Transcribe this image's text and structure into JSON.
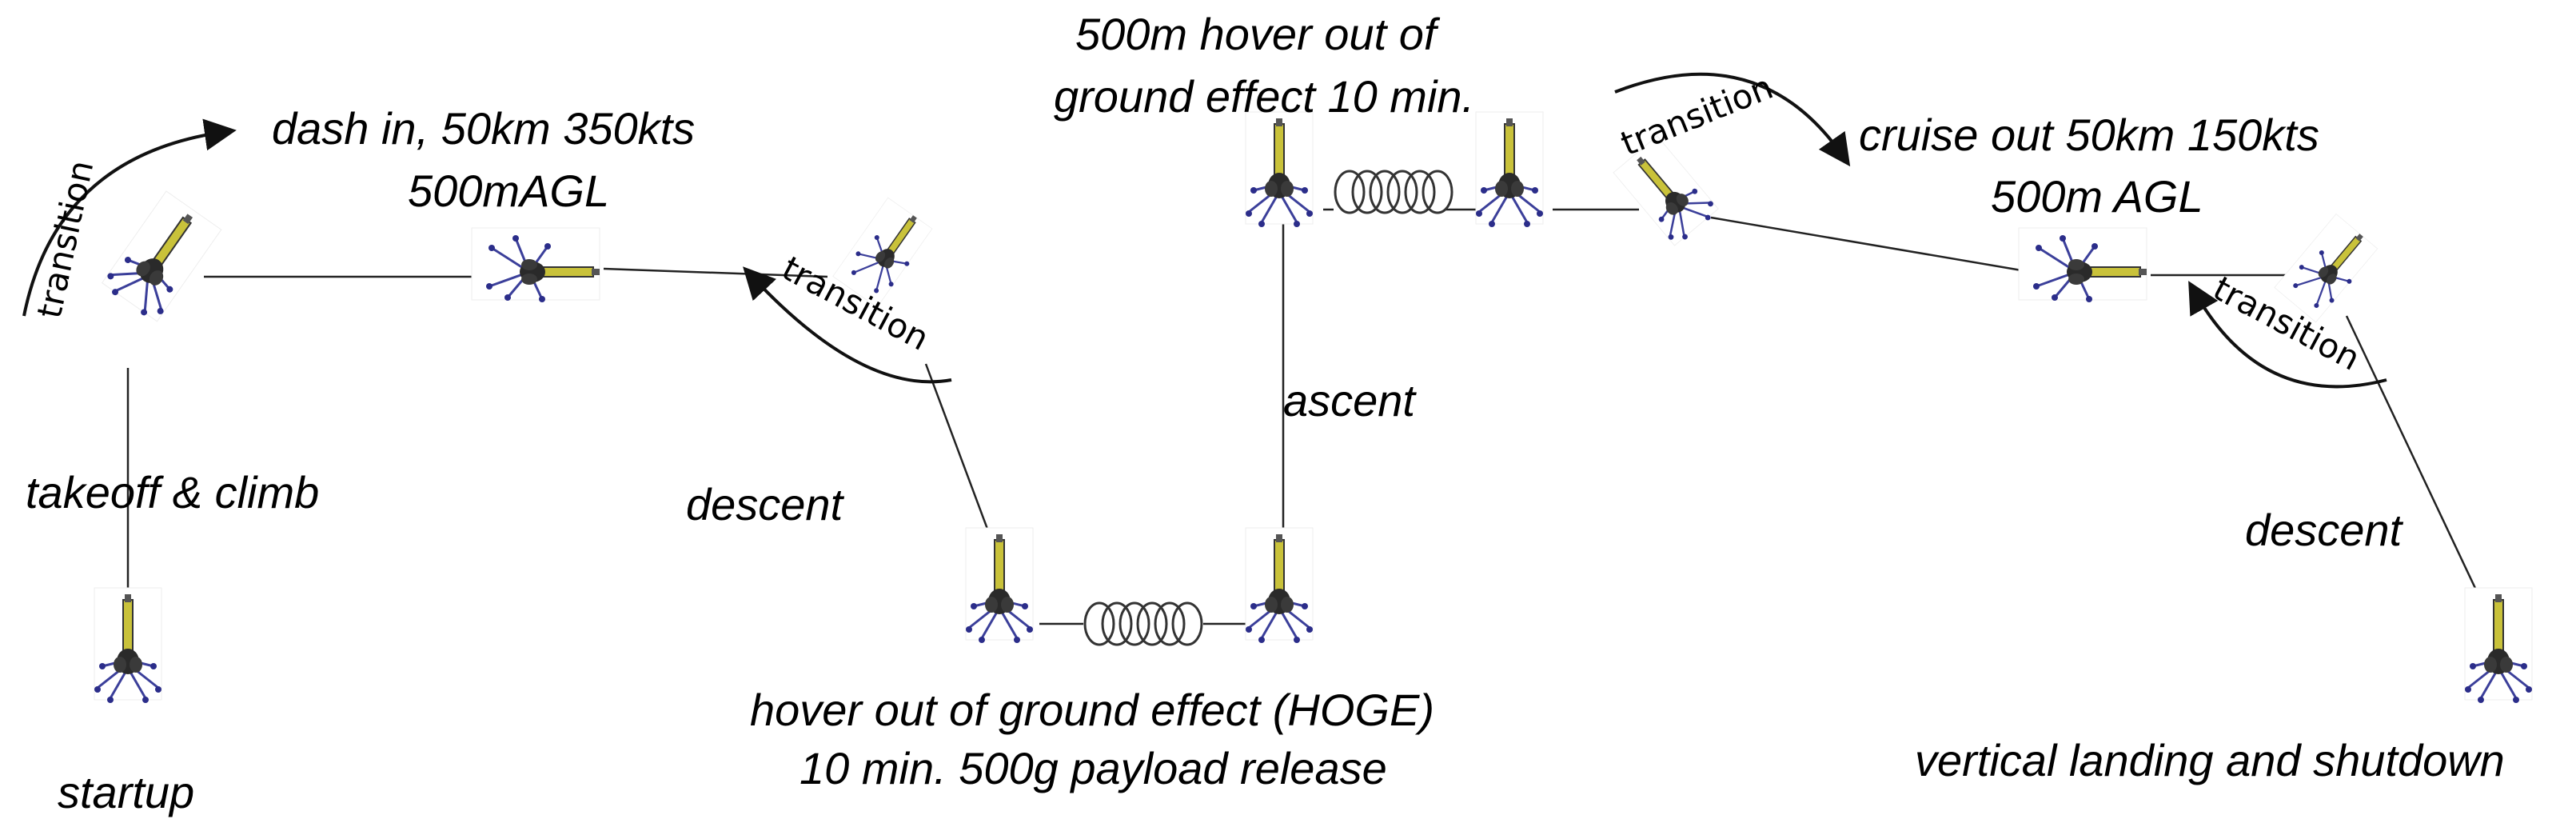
{
  "diagram": {
    "phases": {
      "startup": "startup",
      "takeoff_climb": "takeoff & climb",
      "dash_in_line1": "dash in, 50km 350kts",
      "dash_in_line2": "500mAGL",
      "descent_1": "descent",
      "hoge_line1": "hover out of ground effect (HOGE)",
      "hoge_line2": "10 min.  500g payload release",
      "ascent": "ascent",
      "hover500_line1": "500m hover out of",
      "hover500_line2": "ground effect 10 min.",
      "cruise_out_line1": "cruise out 50km 150kts",
      "cruise_out_line2": "500m AGL",
      "descent_2": "descent",
      "landing": "vertical landing and shutdown"
    },
    "transitions": {
      "t1": "transition",
      "t2": "transition",
      "t3": "transition",
      "t4": "transition"
    },
    "colors": {
      "body": "#c9c23a",
      "rotor": "#2a2a2a",
      "leg": "#3b3f9a",
      "foot": "#2b2d8a",
      "line": "#222222"
    }
  }
}
